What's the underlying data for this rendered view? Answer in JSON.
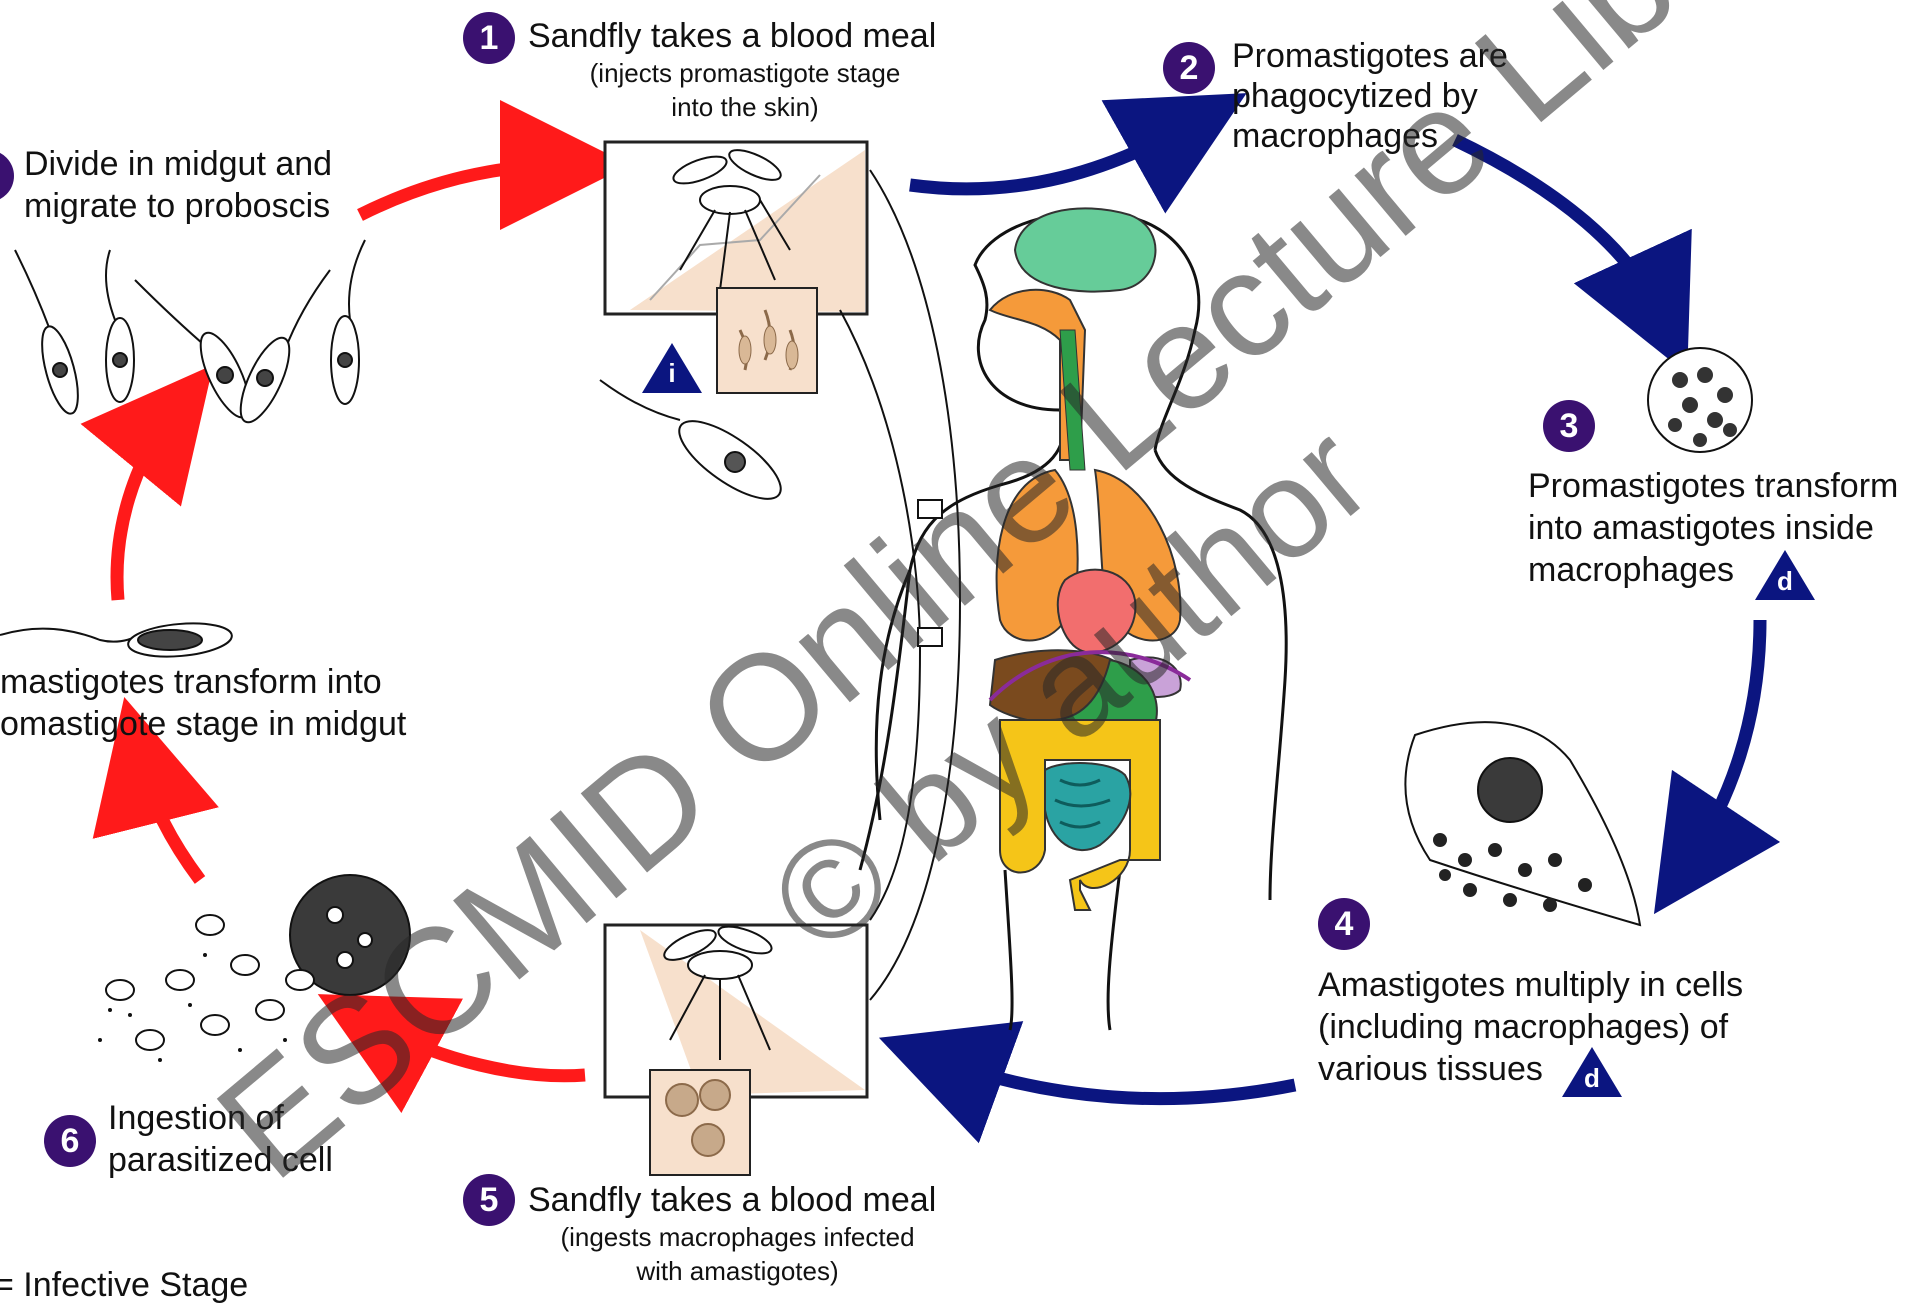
{
  "steps": {
    "s1": {
      "num": "1",
      "title": "Sandfly takes a blood meal",
      "sub1": "(injects promastigote stage",
      "sub2": "into the skin)"
    },
    "s2": {
      "num": "2",
      "l1": "Promastigotes are",
      "l2": "phagocytized by",
      "l3": "macrophages"
    },
    "s3": {
      "num": "3",
      "l1": "Promastigotes transform",
      "l2": "into amastigotes inside",
      "l3": "macrophages"
    },
    "s4": {
      "num": "4",
      "l1": "Amastigotes multiply in cells",
      "l2": "(including macrophages) of",
      "l3": "various tissues"
    },
    "s5": {
      "num": "5",
      "title": "Sandfly takes a blood meal",
      "sub1": "(ingests macrophages infected",
      "sub2": "with amastigotes)"
    },
    "s6": {
      "num": "6",
      "l1": "Ingestion of",
      "l2": "parasitized cell"
    },
    "s7": {
      "l1": "mastigotes transform into",
      "l2": "omastigote stage in midgut"
    },
    "s8": {
      "l1": "Divide in midgut and",
      "l2": "migrate to proboscis"
    }
  },
  "markers": {
    "infective": "i",
    "diagnostic": "d"
  },
  "legend": {
    "infective": "= Infective Stage"
  },
  "watermark": {
    "line1": "ESCMID Online Lecture Library",
    "line2": "© by author"
  },
  "colors": {
    "badge": "#3a1170",
    "human_cycle_arrow": "#0b1580",
    "vector_cycle_arrow": "#ff1a1a",
    "brain": "#66cc99",
    "lungs": "#f59a3a",
    "heart": "#f26e6e",
    "liver": "#7a4a1e",
    "stomach": "#2e9e4a",
    "large_intestine": "#f5c518",
    "small_intestine": "#2aa3a3",
    "nasal_passage": "#f59a3a",
    "skin_inset": "#f7e0cc"
  }
}
